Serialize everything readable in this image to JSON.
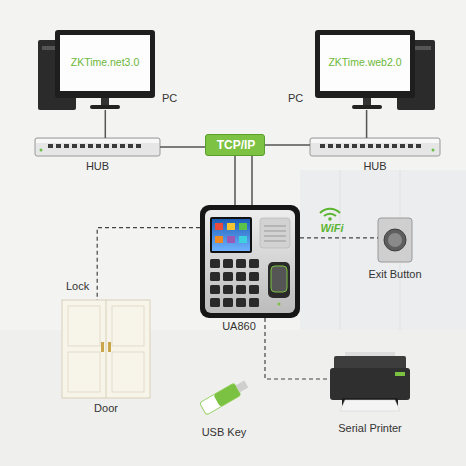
{
  "diagram": {
    "nodes": [
      {
        "text": [
          "ZKTime.net3.0",
          "PC"
        ]
      },
      {
        "text": [
          "ZKTime.web2.0",
          "PC"
        ]
      },
      {
        "text": [
          "HUB"
        ]
      },
      {
        "text": [
          "TCP/IP"
        ]
      },
      {
        "text": [
          "HUB"
        ]
      },
      {
        "text": [
          "UA860"
        ]
      },
      {
        "text": [
          "Exit Button"
        ]
      },
      {
        "text": [
          "Lock",
          "Door"
        ]
      },
      {
        "text": [
          "USB Key"
        ]
      },
      {
        "text": [
          "Serial Printer"
        ]
      }
    ],
    "edges": [
      {
        "from": 0,
        "to": 2,
        "arrow": "none"
      },
      {
        "from": 1,
        "to": 4,
        "arrow": "none"
      },
      {
        "from": 2,
        "to": 3,
        "arrow": "none"
      },
      {
        "from": 3,
        "to": 4,
        "arrow": "none"
      },
      {
        "from": 3,
        "to": 5,
        "arrow": "none"
      },
      {
        "from": 5,
        "to": 6,
        "arrow": "none"
      },
      {
        "from": 5,
        "to": 7,
        "arrow": "none"
      },
      {
        "from": 5,
        "to": 9,
        "arrow": "none"
      }
    ],
    "labels": [
      "WiFi"
    ]
  }
}
